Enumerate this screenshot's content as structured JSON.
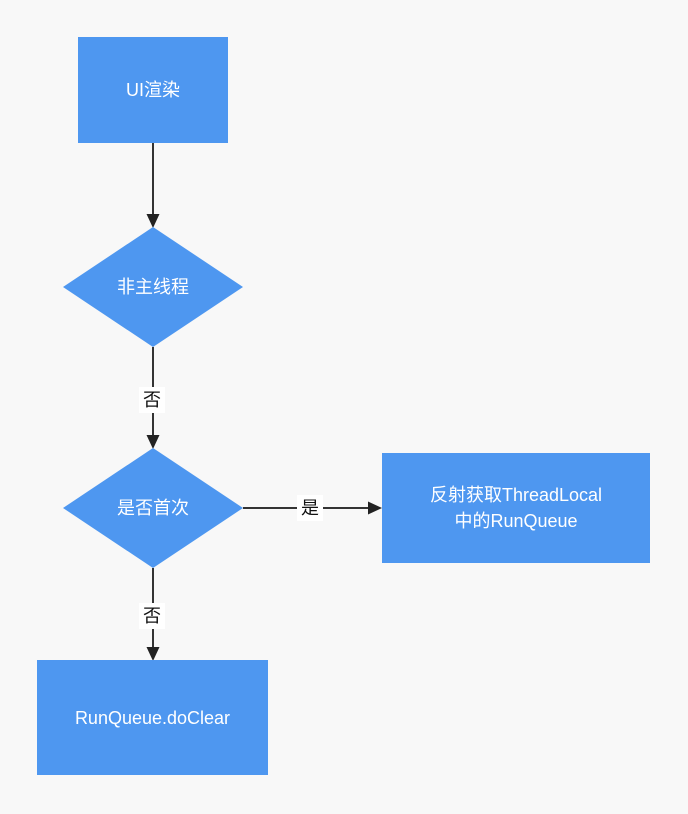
{
  "diagram": {
    "title": "UI render RunQueue flowchart",
    "colors": {
      "background": "#f8f8f8",
      "node_fill": "#4e97f0",
      "node_text": "#ffffff",
      "connector": "#333333",
      "edge_label_text": "#111111",
      "edge_label_background": "#ffffff"
    },
    "nodes": [
      {
        "id": "ui-render",
        "type": "rect",
        "label": "UI渲染"
      },
      {
        "id": "non-main-thread",
        "type": "diamond",
        "label": "非主线程"
      },
      {
        "id": "is-first-time",
        "type": "diamond",
        "label": "是否首次"
      },
      {
        "id": "reflect-get-runqueue",
        "type": "rect",
        "label": "反射获取ThreadLocal中的RunQueue",
        "lines": [
          "反射获取ThreadLocal",
          "中的RunQueue"
        ]
      },
      {
        "id": "runqueue-doclear",
        "type": "rect",
        "label": "RunQueue.doClear"
      }
    ],
    "edges": [
      {
        "from": "ui-render",
        "to": "non-main-thread",
        "label": ""
      },
      {
        "from": "non-main-thread",
        "to": "is-first-time",
        "label": "否"
      },
      {
        "from": "is-first-time",
        "to": "reflect-get-runqueue",
        "label": "是"
      },
      {
        "from": "is-first-time",
        "to": "runqueue-doclear",
        "label": "否"
      }
    ]
  }
}
